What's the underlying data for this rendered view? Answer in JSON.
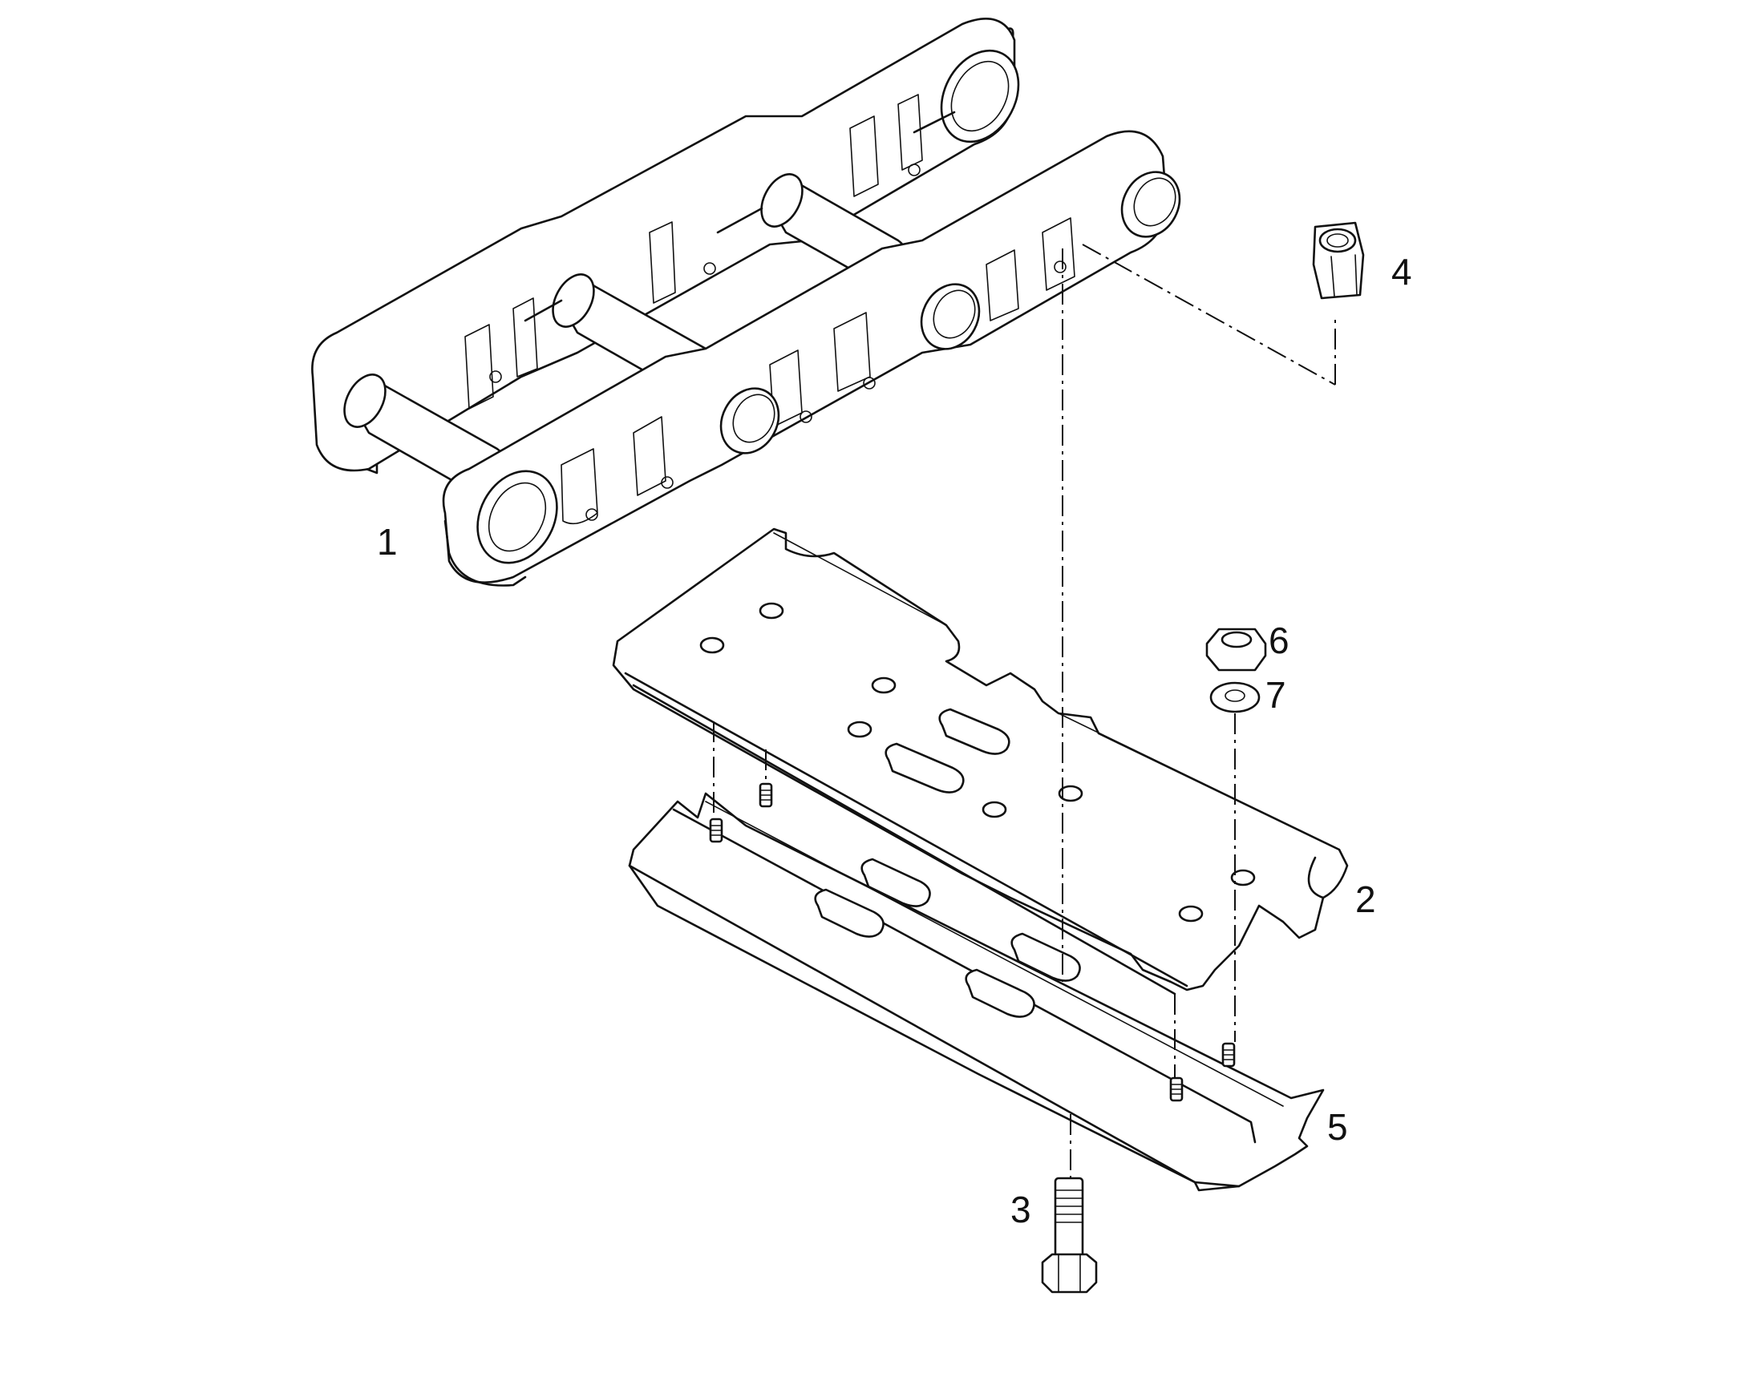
{
  "callouts": [
    {
      "id": "track-link-assembly",
      "label": "1"
    },
    {
      "id": "track-shoe",
      "label": "2"
    },
    {
      "id": "shoe-bolt",
      "label": "3"
    },
    {
      "id": "link-nut",
      "label": "4"
    },
    {
      "id": "wear-pad",
      "label": "5"
    },
    {
      "id": "hex-nut",
      "label": "6"
    },
    {
      "id": "washer",
      "label": "7"
    }
  ]
}
